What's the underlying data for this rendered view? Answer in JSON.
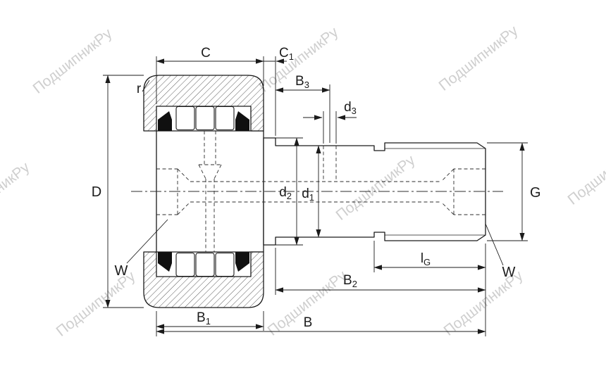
{
  "watermark": {
    "text": "ПодшипникРу"
  },
  "colors": {
    "line": "#1b1b1b",
    "hatch": "#4a4a4a",
    "watermark": "#c2c2c2",
    "background": "#ffffff",
    "seal": "#101010"
  },
  "dimensions": {
    "C": {
      "base": "C",
      "sub": ""
    },
    "C1": {
      "base": "C",
      "sub": "1"
    },
    "B3": {
      "base": "B",
      "sub": "3"
    },
    "d3": {
      "base": "d",
      "sub": "3"
    },
    "r": {
      "base": "r",
      "sub": ""
    },
    "D": {
      "base": "D",
      "sub": ""
    },
    "d2": {
      "base": "d",
      "sub": "2"
    },
    "d1": {
      "base": "d",
      "sub": "1"
    },
    "G": {
      "base": "G",
      "sub": ""
    },
    "W_left": {
      "base": "W",
      "sub": ""
    },
    "W_right": {
      "base": "W",
      "sub": ""
    },
    "lG": {
      "base": "l",
      "sub": "G"
    },
    "B2": {
      "base": "B",
      "sub": "2"
    },
    "B1": {
      "base": "B",
      "sub": "1"
    },
    "B": {
      "base": "B",
      "sub": ""
    }
  }
}
